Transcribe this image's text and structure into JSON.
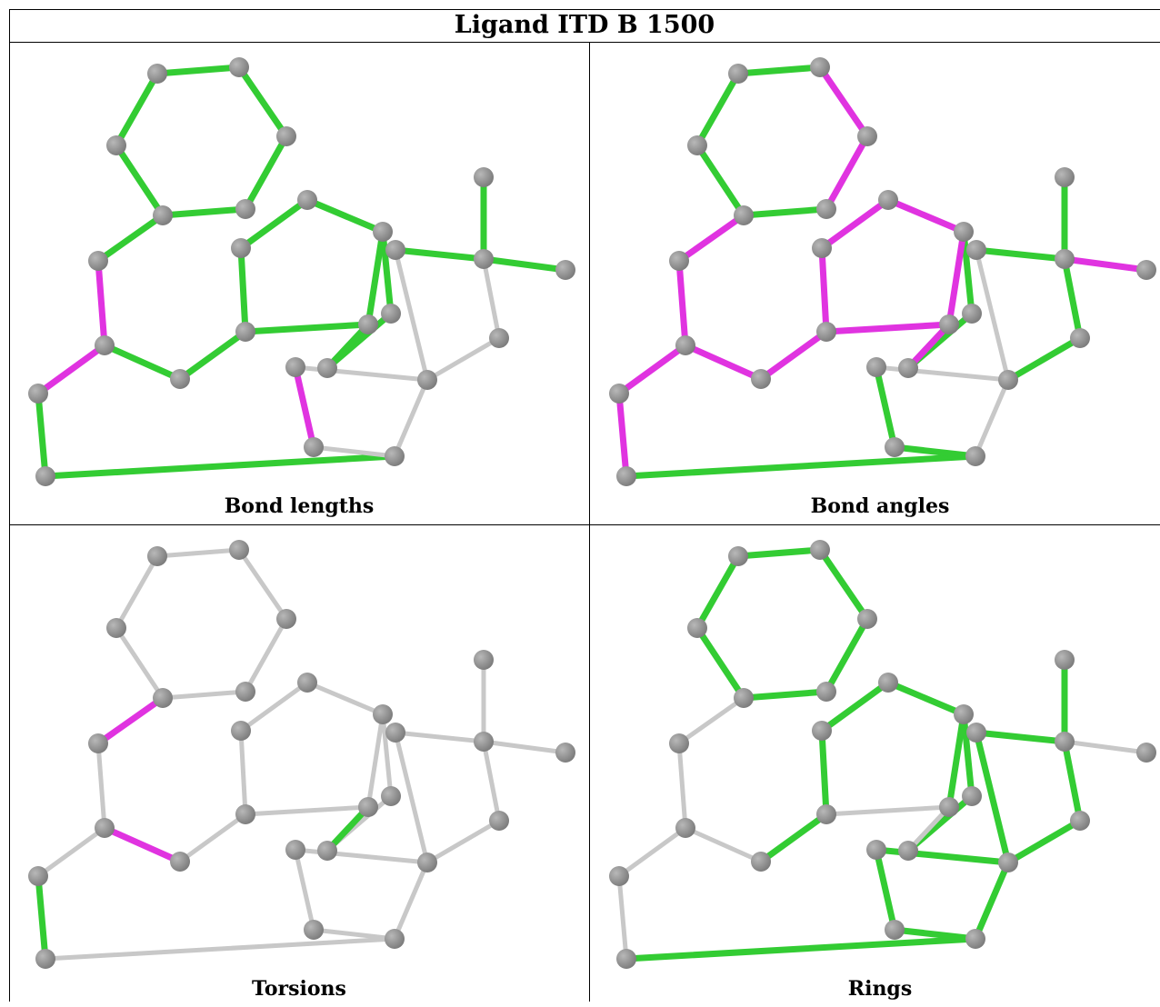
{
  "title": "Ligand ITD B 1500",
  "colors": {
    "atom": "#7a7a7a",
    "atom_highlight": "#b8b8b8",
    "bond_green": "#33cc33",
    "bond_magenta": "#e033e0",
    "bond_gray": "#c8c8c8"
  },
  "panels": [
    {
      "caption": "Bond lengths",
      "bonds": [
        "G",
        "G",
        "G",
        "G",
        "G",
        "G",
        "G",
        "M",
        "M",
        "G",
        "G",
        "G",
        "G",
        "G",
        "G",
        "G",
        "G",
        "M",
        "G",
        "G",
        "G",
        "G",
        "G",
        "G",
        "G",
        "W",
        "W",
        "W",
        "W",
        "W",
        "W",
        "G"
      ]
    },
    {
      "caption": "Bond angles",
      "bonds": [
        "G",
        "M",
        "M",
        "G",
        "G",
        "G",
        "M",
        "M",
        "M",
        "M",
        "M",
        "M",
        "M",
        "M",
        "M",
        "G",
        "G",
        "G",
        "G",
        "M",
        "M",
        "M",
        "G",
        "G",
        "M",
        "G",
        "G",
        "W",
        "W",
        "G",
        "W",
        "M"
      ]
    },
    {
      "caption": "Torsions",
      "bonds": [
        "W",
        "W",
        "W",
        "W",
        "W",
        "W",
        "M",
        "W",
        "W",
        "G",
        "M",
        "W",
        "W",
        "W",
        "W",
        "W",
        "W",
        "W",
        "W",
        "W",
        "W",
        "W",
        "W",
        "W",
        "W",
        "W",
        "W",
        "W",
        "W",
        "W",
        "W",
        "G"
      ]
    },
    {
      "caption": "Rings",
      "bonds": [
        "G",
        "G",
        "G",
        "G",
        "G",
        "G",
        "W",
        "W",
        "W",
        "W",
        "W",
        "G",
        "G",
        "G",
        "G",
        "G",
        "G",
        "G",
        "G",
        "W",
        "W",
        "G",
        "G",
        "G",
        "W",
        "G",
        "G",
        "G",
        "G",
        "G",
        "G",
        "W"
      ]
    }
  ]
}
